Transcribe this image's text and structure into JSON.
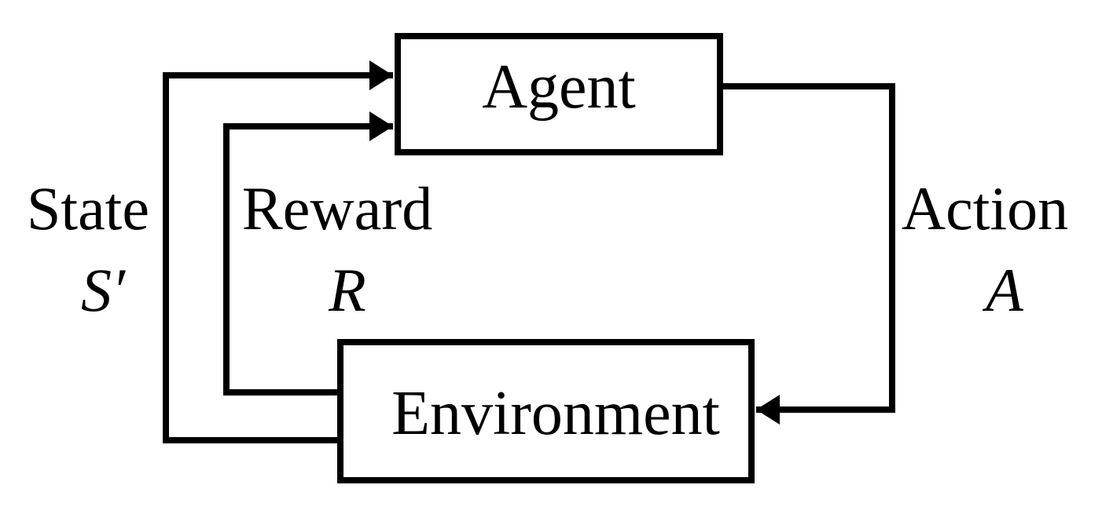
{
  "colors": {
    "stroke": "#000000",
    "background": "#ffffff"
  },
  "nodes": {
    "agent": {
      "label": "Agent"
    },
    "environment": {
      "label": "Environment"
    }
  },
  "edges": {
    "state": {
      "label": "State",
      "symbol": "S′",
      "from": "Environment",
      "to": "Agent"
    },
    "reward": {
      "label": "Reward",
      "symbol": "R",
      "from": "Environment",
      "to": "Agent"
    },
    "action": {
      "label": "Action",
      "symbol": "A",
      "from": "Agent",
      "to": "Environment"
    }
  }
}
